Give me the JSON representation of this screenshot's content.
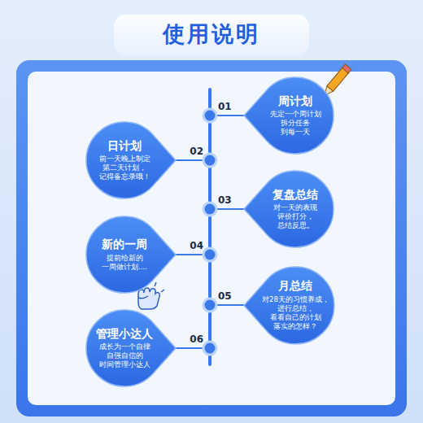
{
  "diagram": {
    "title": "使用说明",
    "nodes": [
      {
        "text": [
          "周计划",
          "先定一个周计划 拆分任务 到每一天"
        ]
      },
      {
        "text": [
          "日计划",
          "前一天晚上制定 第二天计划， 记得备忘录哦！"
        ]
      },
      {
        "text": [
          "复盘总结",
          "对一天的表现 评价打分， 总结反思。"
        ]
      },
      {
        "text": [
          "新的一周",
          "提前给新的 一周做计划...."
        ]
      },
      {
        "text": [
          "月总结",
          "对28天的习惯养成， 进行总结， 看看自己的计划 落实的怎样？"
        ]
      },
      {
        "text": [
          "管理小达人",
          "成长为一个自律 自强自信的 时间管理小达人"
        ]
      }
    ],
    "labels": [
      "01",
      "02",
      "03",
      "04",
      "05",
      "06"
    ]
  }
}
